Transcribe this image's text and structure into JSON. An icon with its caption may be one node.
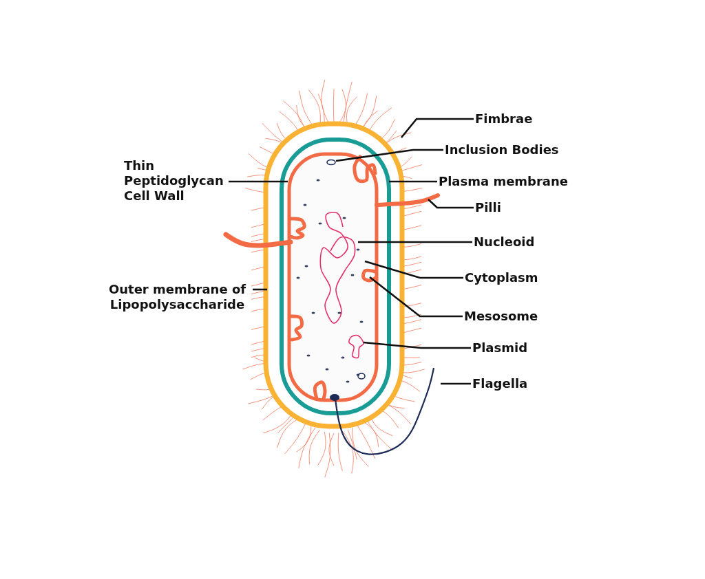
{
  "diagram": {
    "nodes": [
      {
        "text": [
          "Fimbrae"
        ]
      },
      {
        "text": [
          "Inclusion Bodies"
        ]
      },
      {
        "text": [
          "Thin Peptidoglycan Cell Wall"
        ]
      },
      {
        "text": [
          "Plasma membrane"
        ]
      },
      {
        "text": [
          "Pilli"
        ]
      },
      {
        "text": [
          "Nucleoid"
        ]
      },
      {
        "text": [
          "Cytoplasm"
        ]
      },
      {
        "text": [
          "Outer membrane of Lipopolysaccharide"
        ]
      },
      {
        "text": [
          "Mesosome"
        ]
      },
      {
        "text": [
          "Plasmid"
        ]
      },
      {
        "text": [
          "Flagella"
        ]
      }
    ],
    "edges": [
      {
        "from": 0,
        "to": null,
        "arrow": "none"
      },
      {
        "from": 1,
        "to": null,
        "arrow": "none"
      },
      {
        "from": 2,
        "to": null,
        "arrow": "none"
      },
      {
        "from": 3,
        "to": null,
        "arrow": "none"
      },
      {
        "from": 4,
        "to": null,
        "arrow": "none"
      },
      {
        "from": 5,
        "to": null,
        "arrow": "none"
      },
      {
        "from": 6,
        "to": null,
        "arrow": "none"
      },
      {
        "from": 7,
        "to": null,
        "arrow": "none"
      },
      {
        "from": 8,
        "to": null,
        "arrow": "none"
      },
      {
        "from": 9,
        "to": null,
        "arrow": "none"
      },
      {
        "from": 10,
        "to": null,
        "arrow": "none"
      }
    ]
  }
}
